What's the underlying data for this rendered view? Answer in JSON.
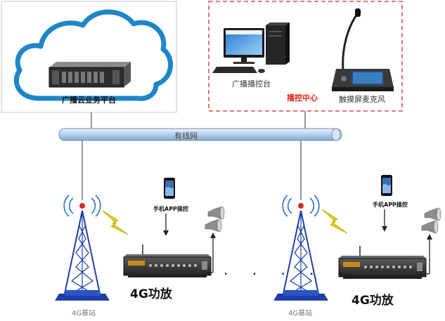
{
  "cloud": {
    "label": "广播云业务平台"
  },
  "control_center": {
    "label": "播控中心",
    "console_label": "广播播控台",
    "mic_label": "触摸屏麦克风"
  },
  "network": {
    "label": "有线网"
  },
  "sites": [
    {
      "app_label": "手机APP操控",
      "amp_label": "4G功放",
      "station_label": "4G基站"
    },
    {
      "app_label": "手机APP操控",
      "amp_label": "4G功放",
      "station_label": "4G基站"
    }
  ],
  "separator": "· · · · ·",
  "colors": {
    "cloud_outline": "#1e86c8",
    "network_pipe": "#8fb4d9",
    "dashed_border": "#d9262a",
    "center_text": "#e5261d",
    "tower": "#1f3fa8",
    "signal": "#2a6fcc",
    "bolt": "#e8d200",
    "amp_body": "#3a3a3a"
  },
  "icons": [
    "cloud-icon",
    "server-icon",
    "desktop-computer-icon",
    "touch-microphone-icon",
    "smartphone-icon",
    "speaker-icon",
    "tower-icon",
    "lightning-icon",
    "amplifier-icon"
  ]
}
